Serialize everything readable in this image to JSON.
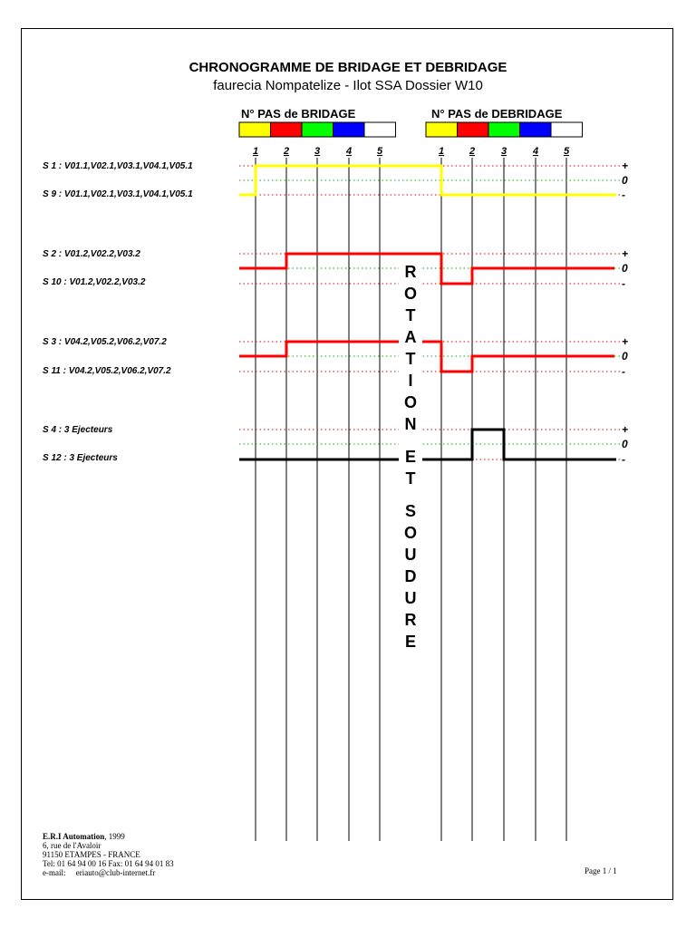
{
  "title": "CHRONOGRAMME DE BRIDAGE ET DEBRIDAGE",
  "subtitle": "faurecia Nompatelize - Ilot SSA Dossier W10",
  "bridage_header": "N° PAS de BRIDAGE",
  "debridage_header": "N° PAS de DEBRIDAGE",
  "step_colors": [
    "#ffff00",
    "#ff0000",
    "#00ff00",
    "#0000ff",
    "#ffffff"
  ],
  "step_numbers": [
    "1",
    "2",
    "3",
    "4",
    "5"
  ],
  "level_marks": [
    "+",
    "0",
    "-"
  ],
  "vertical_text": [
    "R",
    "O",
    "T",
    "A",
    "T",
    "I",
    "O",
    "N",
    "",
    "E",
    "T",
    "",
    "S",
    "O",
    "U",
    "D",
    "U",
    "R",
    "E"
  ],
  "signals": [
    {
      "label_top": "S  1 : V01.1,V02.1,V03.1,V04.1,V05.1",
      "label_bottom": "S   9  : V01.1,V02.1,V03.1,V04.1,V05.1",
      "color": "#ffff00"
    },
    {
      "label_top": "S  2  : V01.2,V02.2,V03.2",
      "label_bottom": "S   10  : V01.2,V02.2,V03.2",
      "color": "#ff0000"
    },
    {
      "label_top": "S  3  : V04.2,V05.2,V06.2,V07.2",
      "label_bottom": "S   11  : V04.2,V05.2,V06.2,V07.2",
      "color": "#ff0000"
    },
    {
      "label_top": "S  4 : 3 Ejecteurs",
      "label_bottom": "S  12  : 3 Ejecteurs",
      "color": "#000000"
    }
  ],
  "footer": {
    "company": "E.R.I Automation",
    "year": ", 1999",
    "address1": "6, rue de l'Avaloir",
    "address2": "91150 ETAMPES - FRANCE",
    "phone": "Tel: 01 64 94 00 16 Fax: 01 64 94 01 83",
    "email": "e-mail:     eriauto@club-internet.fr"
  },
  "page": "Page 1 / 1"
}
